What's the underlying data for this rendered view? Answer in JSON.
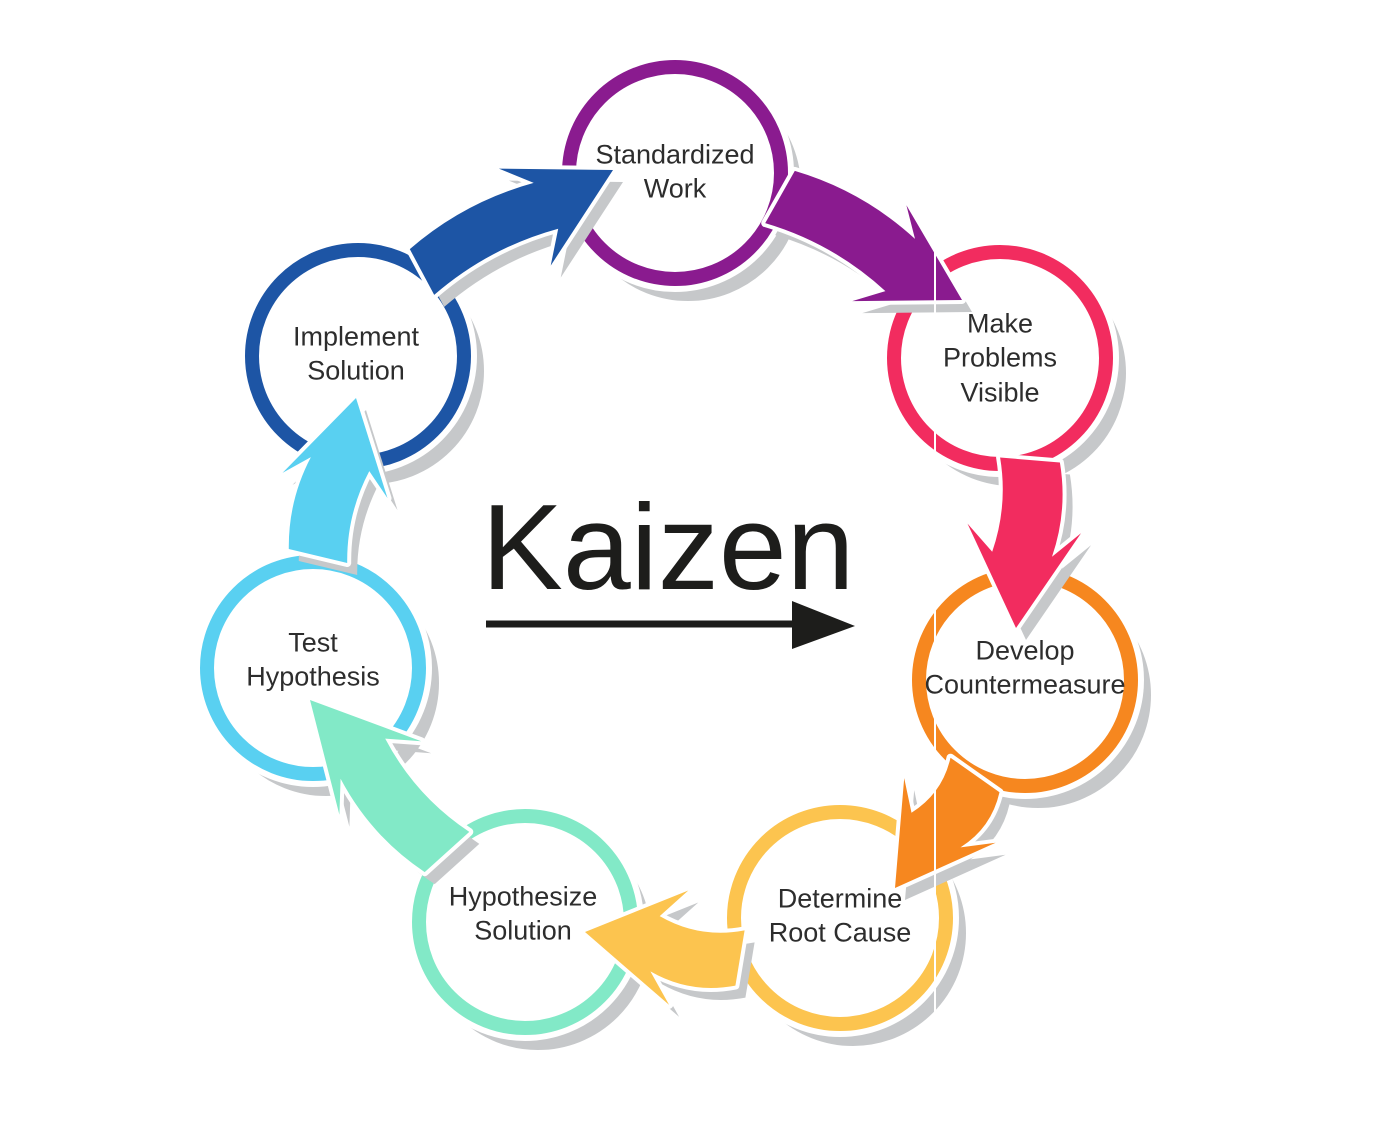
{
  "diagram": {
    "title": "Kaizen",
    "steps": [
      {
        "label": "Standardized\nWork",
        "color": "#8a1b8f"
      },
      {
        "label": "Make\nProblems\nVisible",
        "color": "#f22c5f"
      },
      {
        "label": "Develop\nCountermeasure",
        "color": "#f6871f"
      },
      {
        "label": "Determine\nRoot Cause",
        "color": "#fcc44f"
      },
      {
        "label": "Hypothesize\nSolution",
        "color": "#82e9c7"
      },
      {
        "label": "Test\nHypothesis",
        "color": "#59d0f1"
      },
      {
        "label": "Implement\nSolution",
        "color": "#1d55a5"
      }
    ]
  },
  "colors": {
    "ink": "#1d1d1b",
    "label": "#2d2d2d",
    "shadow": "#c6c8ca",
    "background": "#ffffff"
  }
}
